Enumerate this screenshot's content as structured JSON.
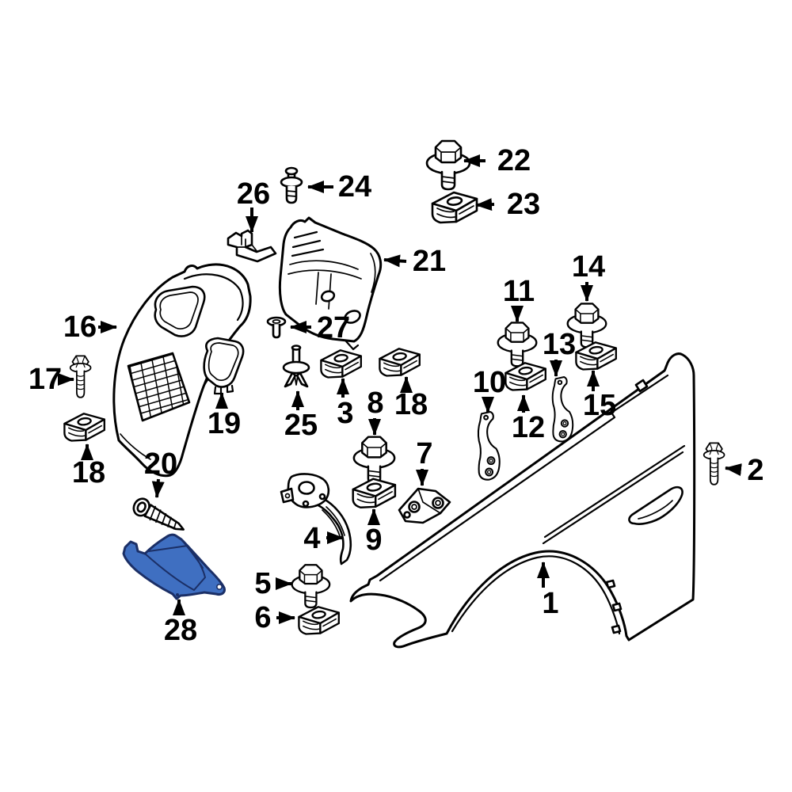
{
  "page": {
    "background": "#ffffff"
  },
  "diagram": {
    "kind": "exploded-parts-diagram",
    "subject": "Front fender and fender liner components",
    "line_color": "#000000",
    "highlight_color": "#3f6fc1",
    "highlight_outline": "#1b2f66",
    "callouts": [
      {
        "label": "1",
        "part": "front-fender-panel"
      },
      {
        "label": "2",
        "part": "hex-flange-bolt"
      },
      {
        "label": "3",
        "part": "u-nut-clip"
      },
      {
        "label": "4",
        "part": "fender-support-bracket"
      },
      {
        "label": "5",
        "part": "hex-washer-screw"
      },
      {
        "label": "6",
        "part": "u-nut-clip"
      },
      {
        "label": "7",
        "part": "mounting-bracket"
      },
      {
        "label": "8",
        "part": "hex-washer-screw"
      },
      {
        "label": "9",
        "part": "u-nut-clip"
      },
      {
        "label": "10",
        "part": "curved-support-bracket"
      },
      {
        "label": "11",
        "part": "hex-washer-screw"
      },
      {
        "label": "12",
        "part": "u-nut-clip"
      },
      {
        "label": "13",
        "part": "curved-support-bracket"
      },
      {
        "label": "14",
        "part": "hex-washer-screw"
      },
      {
        "label": "15",
        "part": "u-nut-clip"
      },
      {
        "label": "16",
        "part": "fender-liner-front-section"
      },
      {
        "label": "17",
        "part": "hex-flange-bolt"
      },
      {
        "label": "18",
        "part": "u-nut-clip-left"
      },
      {
        "label": "18",
        "part": "u-nut-clip-upper"
      },
      {
        "label": "19",
        "part": "liner-access-cover"
      },
      {
        "label": "20",
        "part": "self-tapping-screw"
      },
      {
        "label": "21",
        "part": "fender-liner-rear-section"
      },
      {
        "label": "22",
        "part": "hex-washer-screw"
      },
      {
        "label": "23",
        "part": "u-nut-clip"
      },
      {
        "label": "24",
        "part": "push-pin-rivet"
      },
      {
        "label": "25",
        "part": "expansion-rivet"
      },
      {
        "label": "26",
        "part": "corner-bracket"
      },
      {
        "label": "27",
        "part": "blind-rivet"
      },
      {
        "label": "28",
        "part": "fender-lower-bracket-highlighted"
      }
    ]
  }
}
